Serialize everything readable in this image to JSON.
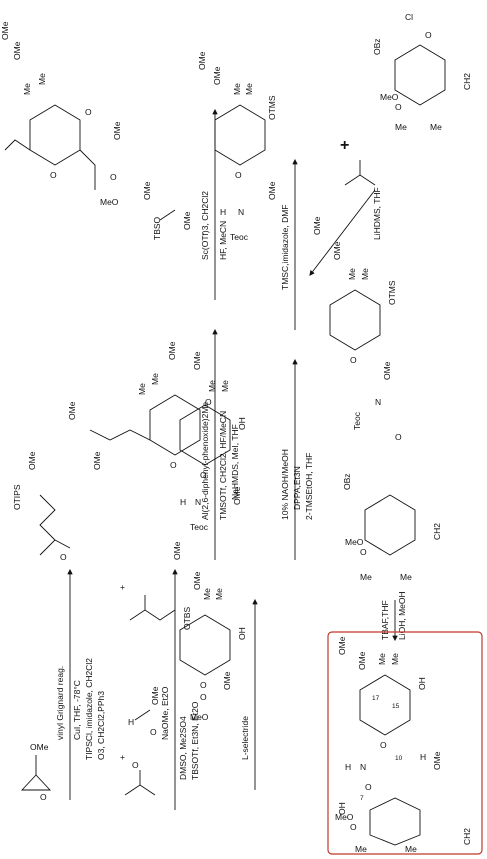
{
  "schemes": [
    {
      "id": "s1",
      "reagents_above": [
        "vinyl Grignard reag.",
        "CuI, THF, -78°C"
      ],
      "reagents_below": [
        "TIPSCl, imidazole, CH2Cl2",
        "O3, CH2Cl2,PPh3"
      ]
    },
    {
      "id": "s2",
      "reagents_above": [
        "NaOMe, Et2O"
      ],
      "reagents_below": [
        "DMSO, Me2SO4",
        "TBSOTf, Et3N, Et2O"
      ]
    },
    {
      "id": "s3",
      "reagents_above": [
        "Al(2,6-diphenyl-phenoxide)2Me"
      ],
      "reagents_below": [
        "TMSOTf, CH2Cl2, HF/MeCN",
        "NaHMDS, MeI, THF"
      ]
    },
    {
      "id": "s4",
      "reagents_above": [
        "Sc(OTf)3, CH2Cl2"
      ],
      "reagents_below": [
        "HF, MeCN"
      ]
    },
    {
      "id": "s5",
      "reagents_above": [
        "L-selectride"
      ],
      "reagents_below": []
    },
    {
      "id": "s6",
      "reagents_above": [
        "10% NAOH/MeOH",
        "DPPA,Et3N"
      ],
      "reagents_below": [
        "2-TMSEtOH, THF"
      ]
    },
    {
      "id": "s7",
      "reagents_above": [
        "TMSC,imidazole, DMF"
      ],
      "reagents_below": []
    },
    {
      "id": "s8",
      "reagents_above": [
        "LiHDMS, THF"
      ],
      "reagents_below": []
    },
    {
      "id": "s9",
      "reagents_above": [
        "TBAF,THF"
      ],
      "reagents_below": [
        "LiOH, MeOH"
      ]
    }
  ],
  "labels": {
    "ome": "OMe",
    "otips": "OTIPS",
    "otbs": "OTBS",
    "otms": "OTMS",
    "oh": "OH",
    "me": "Me",
    "o": "O",
    "h": "H",
    "n": "N",
    "teoc": "Teoc",
    "tbso": "TBSO",
    "meo": "MeO",
    "obz": "OBz",
    "cl": "Cl",
    "ch2": "CH2",
    "plus": "+"
  },
  "locants": [
    "7",
    "10",
    "15",
    "17"
  ],
  "highlight_color": "#c0392b"
}
